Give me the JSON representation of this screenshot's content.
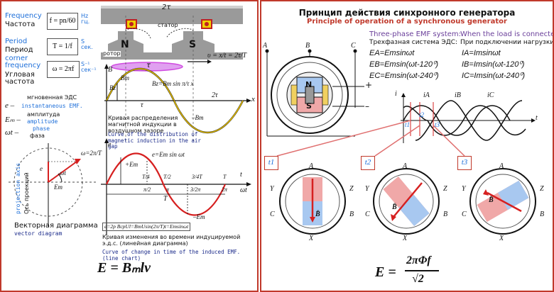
{
  "left": {
    "legend": {
      "frequency_en": "Frequency",
      "frequency_ru": "Частота",
      "frequency_formula": "f = pn/60",
      "frequency_unit": "Hz гц.",
      "period_en": "Period",
      "period_ru": "Период",
      "period_formula": "T = 1/f",
      "period_unit": "S сек.",
      "corner_en": "corner frequency",
      "corner_ru": "Угловая частота",
      "corner_formula": "ω = 2πf",
      "corner_unit": "S⁻¹ сек⁻¹",
      "e_sym": "e –",
      "e_ru": "мгновенная ЭДС",
      "e_en": "instantaneous EMF.",
      "em_sym": "Eₘ –",
      "em_ru": "амплитуда",
      "em_en": "amplitude",
      "wt_sym": "ωt –",
      "wt_en": "phase",
      "wt_ru": "фаза"
    },
    "machine": {
      "stator_label": "статор",
      "rotor_label": "ротор",
      "pole_n": "N",
      "pole_s": "S",
      "two_tau": "2τ",
      "tau": "τ",
      "speed_formula": "υ = x/t = 2τ/T"
    },
    "graph1": {
      "b_axis": "B",
      "x_axis": "x",
      "bz": "Bz",
      "bm": "Bm",
      "formula": "Bz=Bm sin π/τ x",
      "tau": "τ",
      "two_tau": "2τ",
      "neg_bm": "–Bm",
      "caption_ru": "Кривая распределения магнитной индукции в воздушном зазоре",
      "caption_en": "Curve of the distribution of magnetic induction in the air gap"
    },
    "graph2": {
      "e_axis": "e",
      "wt_axis": "ωt",
      "em": "+Em",
      "neg_em": "–Em",
      "formula": "e=Em sin ωt",
      "t_axis": "t",
      "t_label": "T",
      "ticks": [
        "T/4",
        "T/2",
        "3/4T",
        "T"
      ],
      "ticks_w": [
        "π/2",
        "π",
        "3/2π",
        "2π"
      ],
      "bottom_formula": "e=2p BcpUl=BmUsin(2π/T)t=Emsinωt",
      "caption_ru": "Кривая изменения во времени индуцируемой э.д.с. (линейная диаграмма)",
      "caption_en": "Curve of change in time of the induced EMF. (line chart)"
    },
    "vector": {
      "axis_label_en": "projection axis",
      "axis_label_ru": "Ось проекций",
      "omega": "ω=2π/T",
      "wt": "ωt",
      "e": "e",
      "em": "Em",
      "caption_ru": "Векторная диаграмма",
      "caption_en": "vector diagram"
    },
    "formula": "E = Bₘlv"
  },
  "right": {
    "title_ru": "Принцип действия синхронного генератора",
    "title_en": "Principle of operation of a synchronous generator",
    "emf_header_en": "Three-phase EMF system:",
    "emf_header_ru": "Трехфазная система ЭДС:",
    "emf_rows": [
      "EA=Emsinωt",
      "EB=Emsin(ωt-120⁰)",
      "EC=Emsin(ωt-240⁰)"
    ],
    "load_header_en": "When the load is connected:",
    "load_header_ru": "При подключении нагрузки:",
    "load_rows": [
      "IA=Imsinωt",
      "IB=Imsin(ωt-120⁰)",
      "IC=Imsin(ωt-240⁰)"
    ],
    "machine_labels": {
      "a": "A",
      "b": "B",
      "c": "C",
      "n": "N",
      "s": "S",
      "plus": "+",
      "minus": "–"
    },
    "wave_labels": {
      "i": "i",
      "ia": "iA",
      "ib": "iB",
      "ic": "iC",
      "t": "t",
      "t1": "t1",
      "t2": "t2",
      "t3": "t3"
    },
    "time_boxes": [
      "t1",
      "t2",
      "t3"
    ],
    "cross_labels": {
      "a": "A",
      "b": "B",
      "c": "C",
      "x": "X",
      "y": "Y",
      "z": "Z",
      "bvec": "B̄"
    },
    "formula_lhs": "E =",
    "formula_num": "2πΦf",
    "formula_den": "√2"
  },
  "colors": {
    "border": "#c0392b",
    "blue": "#1e6fd9",
    "navy": "#1a2a8a",
    "red": "#d62020",
    "sine_yellow": "#e8c000",
    "pole_blue": "#a8c8f0",
    "pole_red": "#f0a8a8",
    "magenta": "#d04ae0"
  }
}
